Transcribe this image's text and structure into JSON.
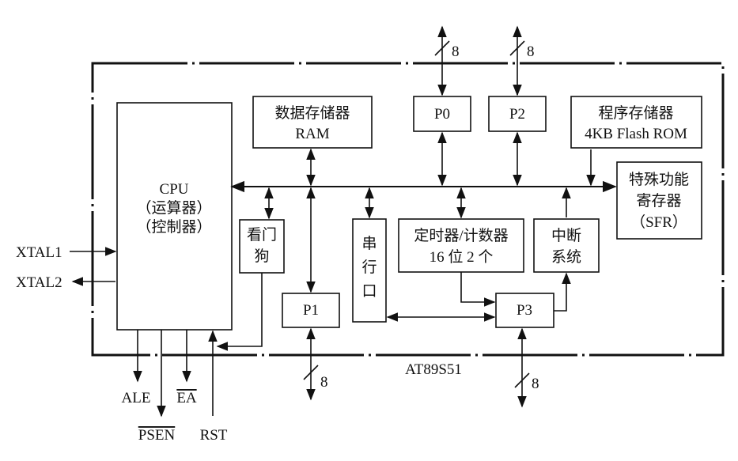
{
  "chip_label": "AT89S51",
  "blocks": {
    "cpu": {
      "line1": "CPU",
      "line2": "（运算器）",
      "line3": "（控制器）"
    },
    "ram": {
      "line1": "数据存储器",
      "line2": "RAM"
    },
    "p0": {
      "label": "P0"
    },
    "p2": {
      "label": "P2"
    },
    "rom": {
      "line1": "程序存储器",
      "line2": "4KB Flash ROM"
    },
    "sfr": {
      "line1": "特殊功能",
      "line2": "寄存器",
      "line3": "（SFR）"
    },
    "watchdog": {
      "line1": "看门",
      "line2": "狗"
    },
    "serial": {
      "line1": "串",
      "line2": "行",
      "line3": "口"
    },
    "timer": {
      "line1": "定时器/计数器",
      "line2": "16 位 2 个"
    },
    "interrupt": {
      "line1": "中断",
      "line2": "系统"
    },
    "p1": {
      "label": "P1"
    },
    "p3": {
      "label": "P3"
    }
  },
  "pins": {
    "xtal1": "XTAL1",
    "xtal2": "XTAL2",
    "ale": "ALE",
    "psen": "PSEN",
    "ea": "EA",
    "rst": "RST"
  },
  "bus_width": {
    "p0": "8",
    "p2": "8",
    "p1": "8",
    "p3": "8"
  }
}
